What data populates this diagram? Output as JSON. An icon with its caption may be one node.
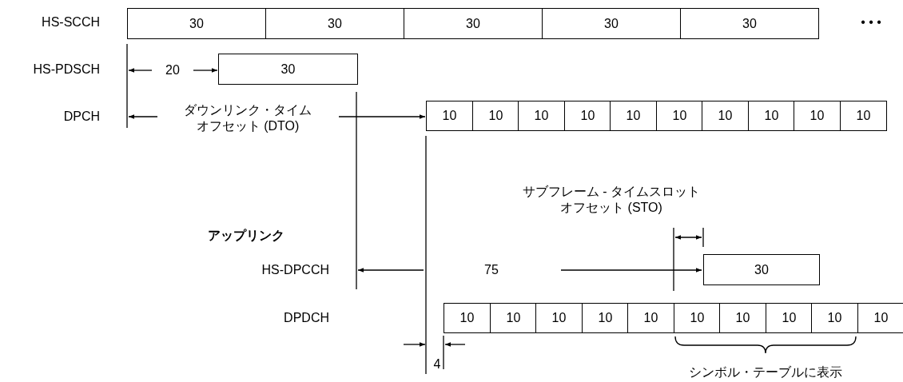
{
  "diagram": {
    "nodes": [
      {
        "text": [
          "30"
        ]
      },
      {
        "text": [
          "30"
        ]
      },
      {
        "text": [
          "30"
        ]
      },
      {
        "text": [
          "30"
        ]
      },
      {
        "text": [
          "30"
        ]
      },
      {
        "text": [
          "30"
        ]
      },
      {
        "text": [
          "10"
        ]
      },
      {
        "text": [
          "10"
        ]
      },
      {
        "text": [
          "10"
        ]
      },
      {
        "text": [
          "10"
        ]
      },
      {
        "text": [
          "10"
        ]
      },
      {
        "text": [
          "10"
        ]
      },
      {
        "text": [
          "10"
        ]
      },
      {
        "text": [
          "10"
        ]
      },
      {
        "text": [
          "10"
        ]
      },
      {
        "text": [
          "10"
        ]
      },
      {
        "text": [
          "30"
        ]
      },
      {
        "text": [
          "10"
        ]
      },
      {
        "text": [
          "10"
        ]
      },
      {
        "text": [
          "10"
        ]
      },
      {
        "text": [
          "10"
        ]
      },
      {
        "text": [
          "10"
        ]
      },
      {
        "text": [
          "10"
        ]
      },
      {
        "text": [
          "10"
        ]
      },
      {
        "text": [
          "10"
        ]
      },
      {
        "text": [
          "10"
        ]
      },
      {
        "text": [
          "10"
        ]
      }
    ],
    "edges": [],
    "labels": [
      "HS-SCCH",
      "• • •",
      "HS-PDSCH",
      "20",
      "DPCH",
      "ダウンリンク・タイムオフセット (DTO)",
      "サブフレーム - タイムスロットオフセット (STO)",
      "アップリンク",
      "HS-DPCCH",
      "75",
      "DPDCH",
      "4",
      "シンボル・テーブルに表示"
    ]
  }
}
